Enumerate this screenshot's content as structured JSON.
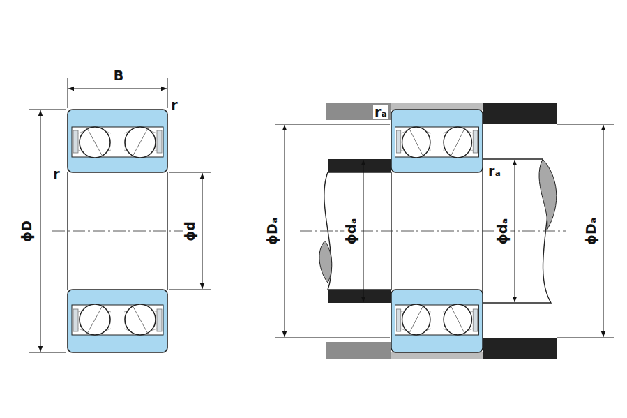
{
  "diagram": {
    "labels": [
      "B",
      "r",
      "r",
      "ϕD",
      "ϕd",
      "rₐ",
      "ϕDₐ",
      "ϕdₐ",
      "rₐ",
      "ϕdₐ",
      "ϕDₐ"
    ]
  }
}
